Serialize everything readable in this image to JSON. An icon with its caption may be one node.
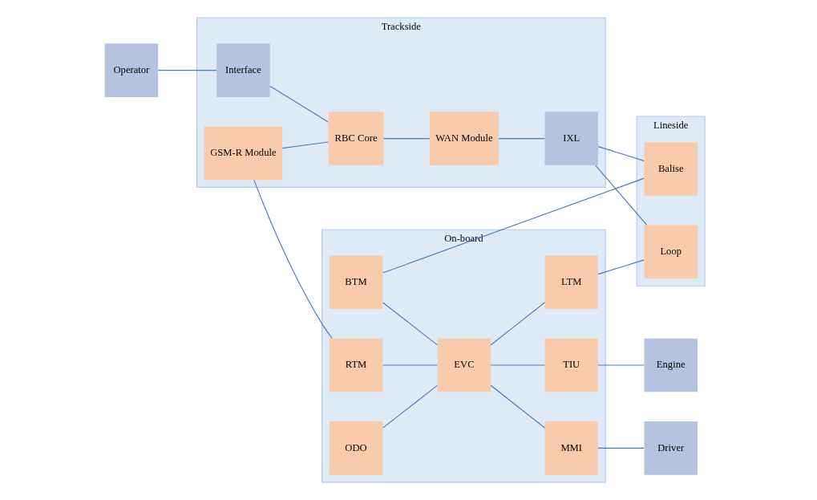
{
  "diagram": {
    "nodes": [
      {
        "text": [
          "Trackside"
        ]
      },
      {
        "text": [
          "On-board"
        ]
      },
      {
        "text": [
          "Lineside"
        ]
      },
      {
        "text": [
          "Operator"
        ]
      },
      {
        "text": [
          "Interface"
        ],
        "in": 0
      },
      {
        "text": [
          "GSM-R Module"
        ],
        "in": 0
      },
      {
        "text": [
          "RBC Core"
        ],
        "in": 0
      },
      {
        "text": [
          "WAN Module"
        ],
        "in": 0
      },
      {
        "text": [
          "IXL"
        ],
        "in": 0
      },
      {
        "text": [
          "RTM"
        ],
        "in": 1
      },
      {
        "text": [
          "ODO"
        ],
        "in": 1
      },
      {
        "text": [
          "BTM"
        ],
        "in": 1
      },
      {
        "text": [
          "EVC"
        ],
        "in": 1
      },
      {
        "text": [
          "MMI"
        ],
        "in": 1
      },
      {
        "text": [
          "TIU"
        ],
        "in": 1
      },
      {
        "text": [
          "LTM"
        ],
        "in": 1
      },
      {
        "text": [
          "Balise"
        ],
        "in": 2
      },
      {
        "text": [
          "Loop"
        ],
        "in": 2
      },
      {
        "text": [
          "Driver"
        ]
      },
      {
        "text": [
          "Engine"
        ]
      }
    ],
    "edges": [
      {
        "from": 3,
        "to": 4,
        "arrow": "none"
      },
      {
        "from": 4,
        "to": 6,
        "arrow": "none"
      },
      {
        "from": 5,
        "to": 6,
        "arrow": "none"
      },
      {
        "from": 6,
        "to": 7,
        "arrow": "none"
      },
      {
        "from": 7,
        "to": 8,
        "arrow": "none"
      },
      {
        "from": 5,
        "to": 9,
        "arrow": "none"
      },
      {
        "from": 9,
        "to": 12,
        "arrow": "none"
      },
      {
        "from": 10,
        "to": 12,
        "arrow": "none"
      },
      {
        "from": 11,
        "to": 12,
        "arrow": "none"
      },
      {
        "from": 12,
        "to": 13,
        "arrow": "none"
      },
      {
        "from": 12,
        "to": 14,
        "arrow": "none"
      },
      {
        "from": 12,
        "to": 15,
        "arrow": "none"
      },
      {
        "from": 13,
        "to": 18,
        "arrow": "none"
      },
      {
        "from": 14,
        "to": 19,
        "arrow": "none"
      },
      {
        "from": 11,
        "to": 16,
        "arrow": "none"
      },
      {
        "from": 15,
        "to": 17,
        "arrow": "none"
      },
      {
        "from": 8,
        "to": 16,
        "arrow": "none"
      },
      {
        "from": 8,
        "to": 17,
        "arrow": "none"
      }
    ]
  }
}
